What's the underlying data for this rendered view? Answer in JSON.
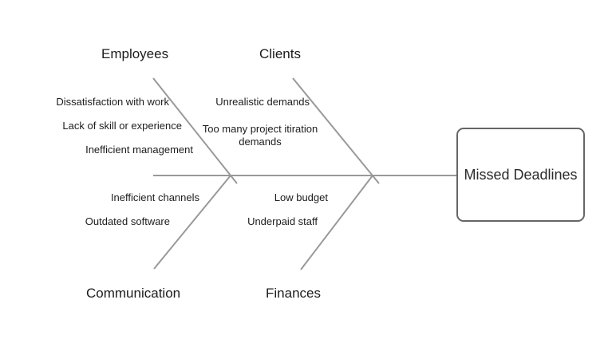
{
  "diagram": {
    "type": "fishbone",
    "effect": "Missed Deadlines",
    "branches": [
      {
        "label": "Employees",
        "position": "top-left",
        "causes": [
          "Dissatisfaction with work",
          "Lack of skill or experience",
          "Inefficient management"
        ]
      },
      {
        "label": "Clients",
        "position": "top-right",
        "causes": [
          "Unrealistic demands",
          "Too many project itiration demands"
        ]
      },
      {
        "label": "Communication",
        "position": "bottom-left",
        "causes": [
          "Inefficient channels",
          "Outdated software"
        ]
      },
      {
        "label": "Finances",
        "position": "bottom-right",
        "causes": [
          "Low budget",
          "Underpaid staff"
        ]
      }
    ],
    "colors": {
      "line": "#999999",
      "effect_border": "#666666",
      "text": "#1c1c1c",
      "background": "#ffffff"
    }
  }
}
